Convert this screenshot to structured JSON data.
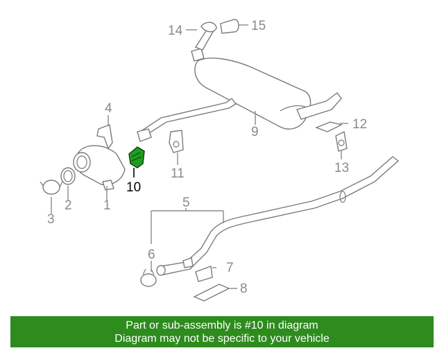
{
  "callouts": [
    {
      "id": "1",
      "label": "1"
    },
    {
      "id": "2",
      "label": "2"
    },
    {
      "id": "3",
      "label": "3"
    },
    {
      "id": "4",
      "label": "4"
    },
    {
      "id": "5",
      "label": "5"
    },
    {
      "id": "6",
      "label": "6"
    },
    {
      "id": "7",
      "label": "7"
    },
    {
      "id": "8",
      "label": "8"
    },
    {
      "id": "9",
      "label": "9"
    },
    {
      "id": "10",
      "label": "10"
    },
    {
      "id": "11",
      "label": "11"
    },
    {
      "id": "12",
      "label": "12"
    },
    {
      "id": "13",
      "label": "13"
    },
    {
      "id": "14",
      "label": "14"
    },
    {
      "id": "15",
      "label": "15"
    }
  ],
  "highlighted_part": "10",
  "colors": {
    "highlight": "#1f9e1f",
    "banner": "#2e8b1e",
    "parts": "#7a7a7a"
  },
  "banner": {
    "line1": "Part or sub-assembly is #10 in diagram",
    "line2": "Diagram may not be specific to your vehicle"
  }
}
